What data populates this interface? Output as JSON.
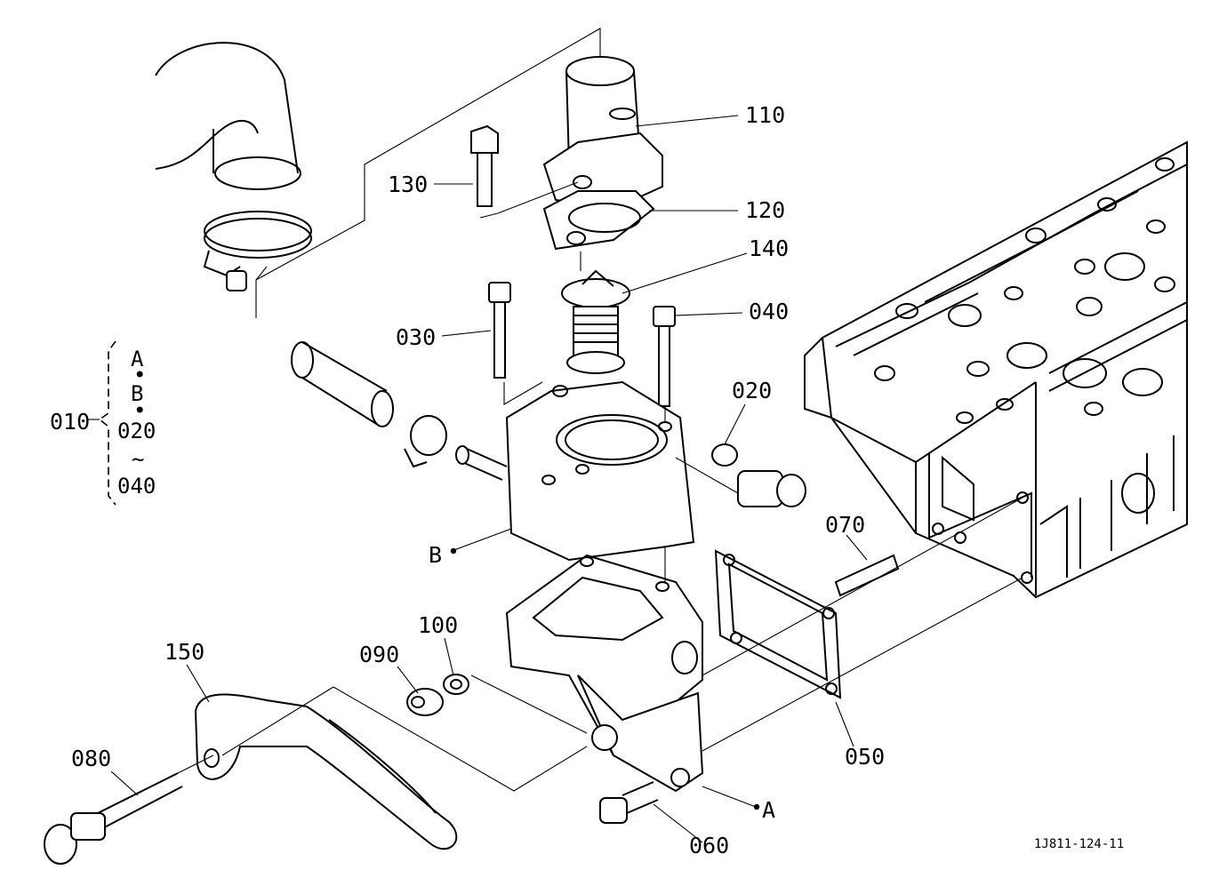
{
  "diagram": {
    "reference_code": "1J811-124-11",
    "group": {
      "number": "010",
      "items": [
        "A",
        "B",
        "020",
        "040"
      ],
      "separators": [
        "•",
        "•",
        "~"
      ]
    },
    "parts": [
      {
        "id": "p110",
        "number": "110"
      },
      {
        "id": "p120",
        "number": "120"
      },
      {
        "id": "p130",
        "number": "130"
      },
      {
        "id": "p140",
        "number": "140"
      },
      {
        "id": "p030",
        "number": "030"
      },
      {
        "id": "p040",
        "number": "040"
      },
      {
        "id": "p020",
        "number": "020"
      },
      {
        "id": "p070",
        "number": "070"
      },
      {
        "id": "p100",
        "number": "100"
      },
      {
        "id": "p090",
        "number": "090"
      },
      {
        "id": "p150",
        "number": "150"
      },
      {
        "id": "p080",
        "number": "080"
      },
      {
        "id": "p050",
        "number": "050"
      },
      {
        "id": "p060",
        "number": "060"
      }
    ],
    "markers": [
      {
        "id": "mB",
        "letter": "B"
      },
      {
        "id": "mA",
        "letter": "A"
      }
    ]
  }
}
